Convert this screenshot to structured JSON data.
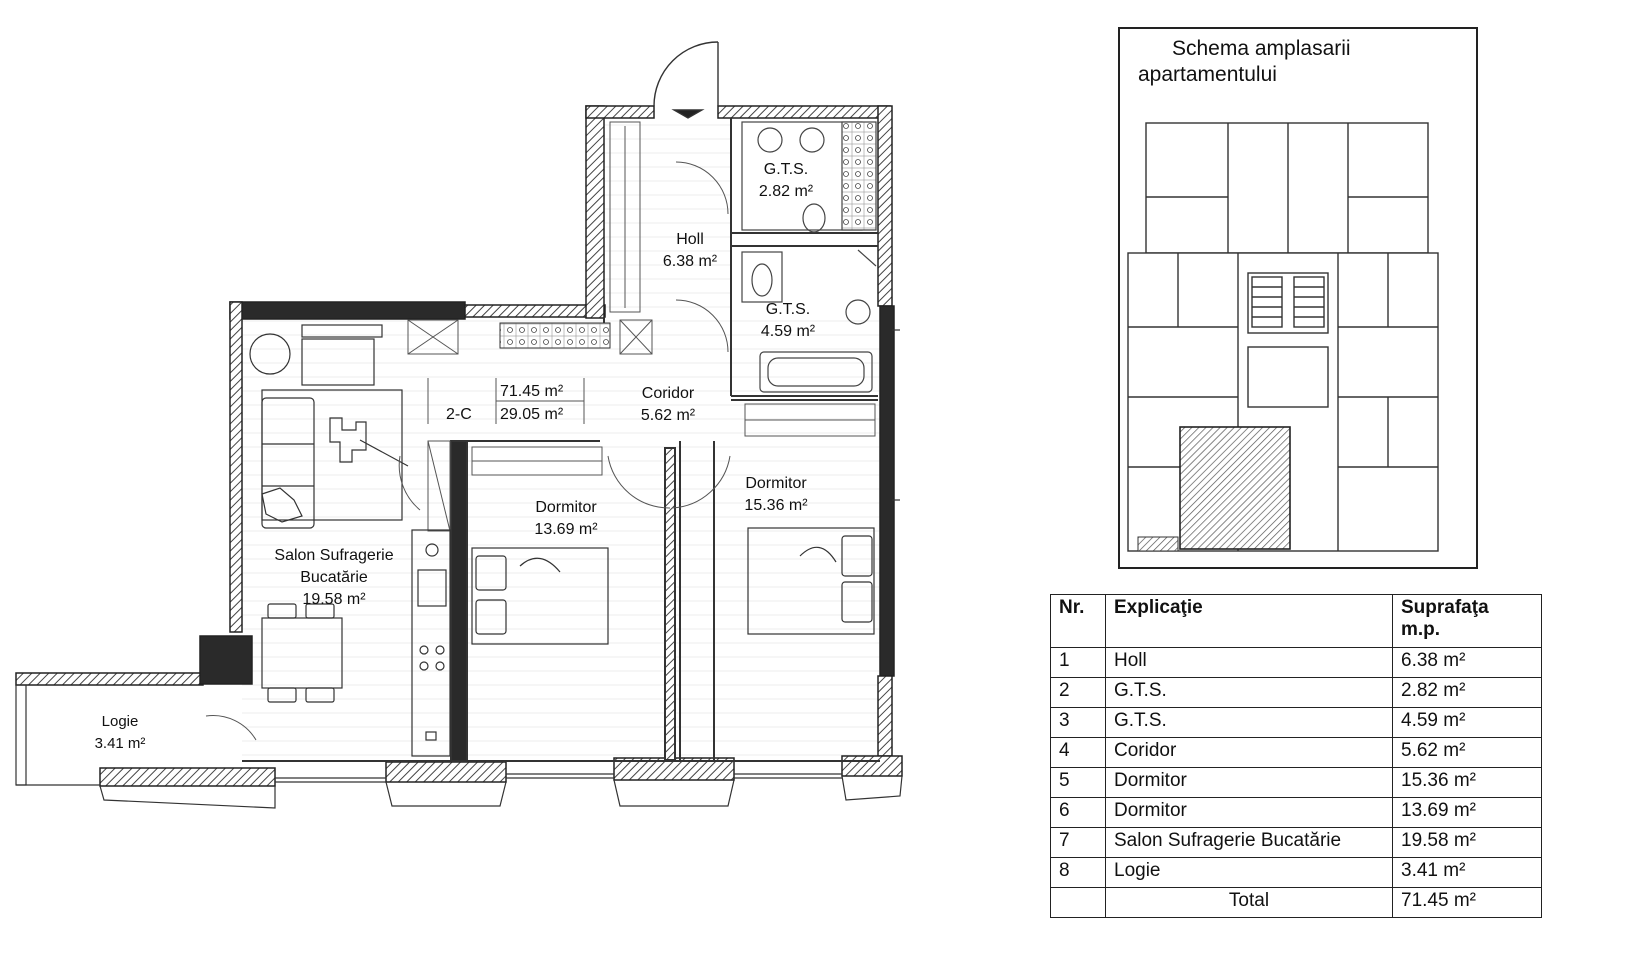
{
  "plan": {
    "summary": {
      "code": "2-C",
      "total_area": "71.45 m²",
      "living_area": "29.05 m²"
    },
    "rooms": [
      {
        "id": "holl",
        "name": "Holl",
        "area": "6.38 m²"
      },
      {
        "id": "gts-1",
        "name": "G.T.S.",
        "area": "2.82 m²"
      },
      {
        "id": "gts-2",
        "name": "G.T.S.",
        "area": "4.59 m²"
      },
      {
        "id": "coridor",
        "name": "Coridor",
        "area": "5.62 m²"
      },
      {
        "id": "dormitor-1",
        "name": "Dormitor",
        "area": "13.69 m²"
      },
      {
        "id": "dormitor-2",
        "name": "Dormitor",
        "area": "15.36 m²"
      },
      {
        "id": "salon",
        "name_lines": [
          "Salon Sufragerie",
          "Bucatărie"
        ],
        "area": "19.58 m²"
      },
      {
        "id": "logie",
        "name": "Logie",
        "area": "3.41 m²"
      }
    ]
  },
  "schema": {
    "title_line1": "Schema amplasarii",
    "title_line2": "apartamentului"
  },
  "table": {
    "headers": [
      "Nr.",
      "Explicaţie",
      "Suprafaţa\nm.p."
    ],
    "rows": [
      [
        "1",
        "Holl",
        "6.38  m²"
      ],
      [
        "2",
        "G.T.S.",
        "2.82  m²"
      ],
      [
        "3",
        "G.T.S.",
        "4.59  m²"
      ],
      [
        "4",
        "Coridor",
        "5.62  m²"
      ],
      [
        "5",
        "Dormitor",
        "15.36  m²"
      ],
      [
        "6",
        "Dormitor",
        "13.69  m²"
      ],
      [
        "7",
        "Salon Sufragerie Bucatărie",
        "19.58  m²"
      ],
      [
        "8",
        "Logie",
        "3.41  m²"
      ]
    ],
    "total_label": "Total",
    "total_value": "71.45  m²"
  },
  "colors": {
    "wall": "#2a2a2a",
    "hatch": "#555555",
    "line": "#333333"
  }
}
